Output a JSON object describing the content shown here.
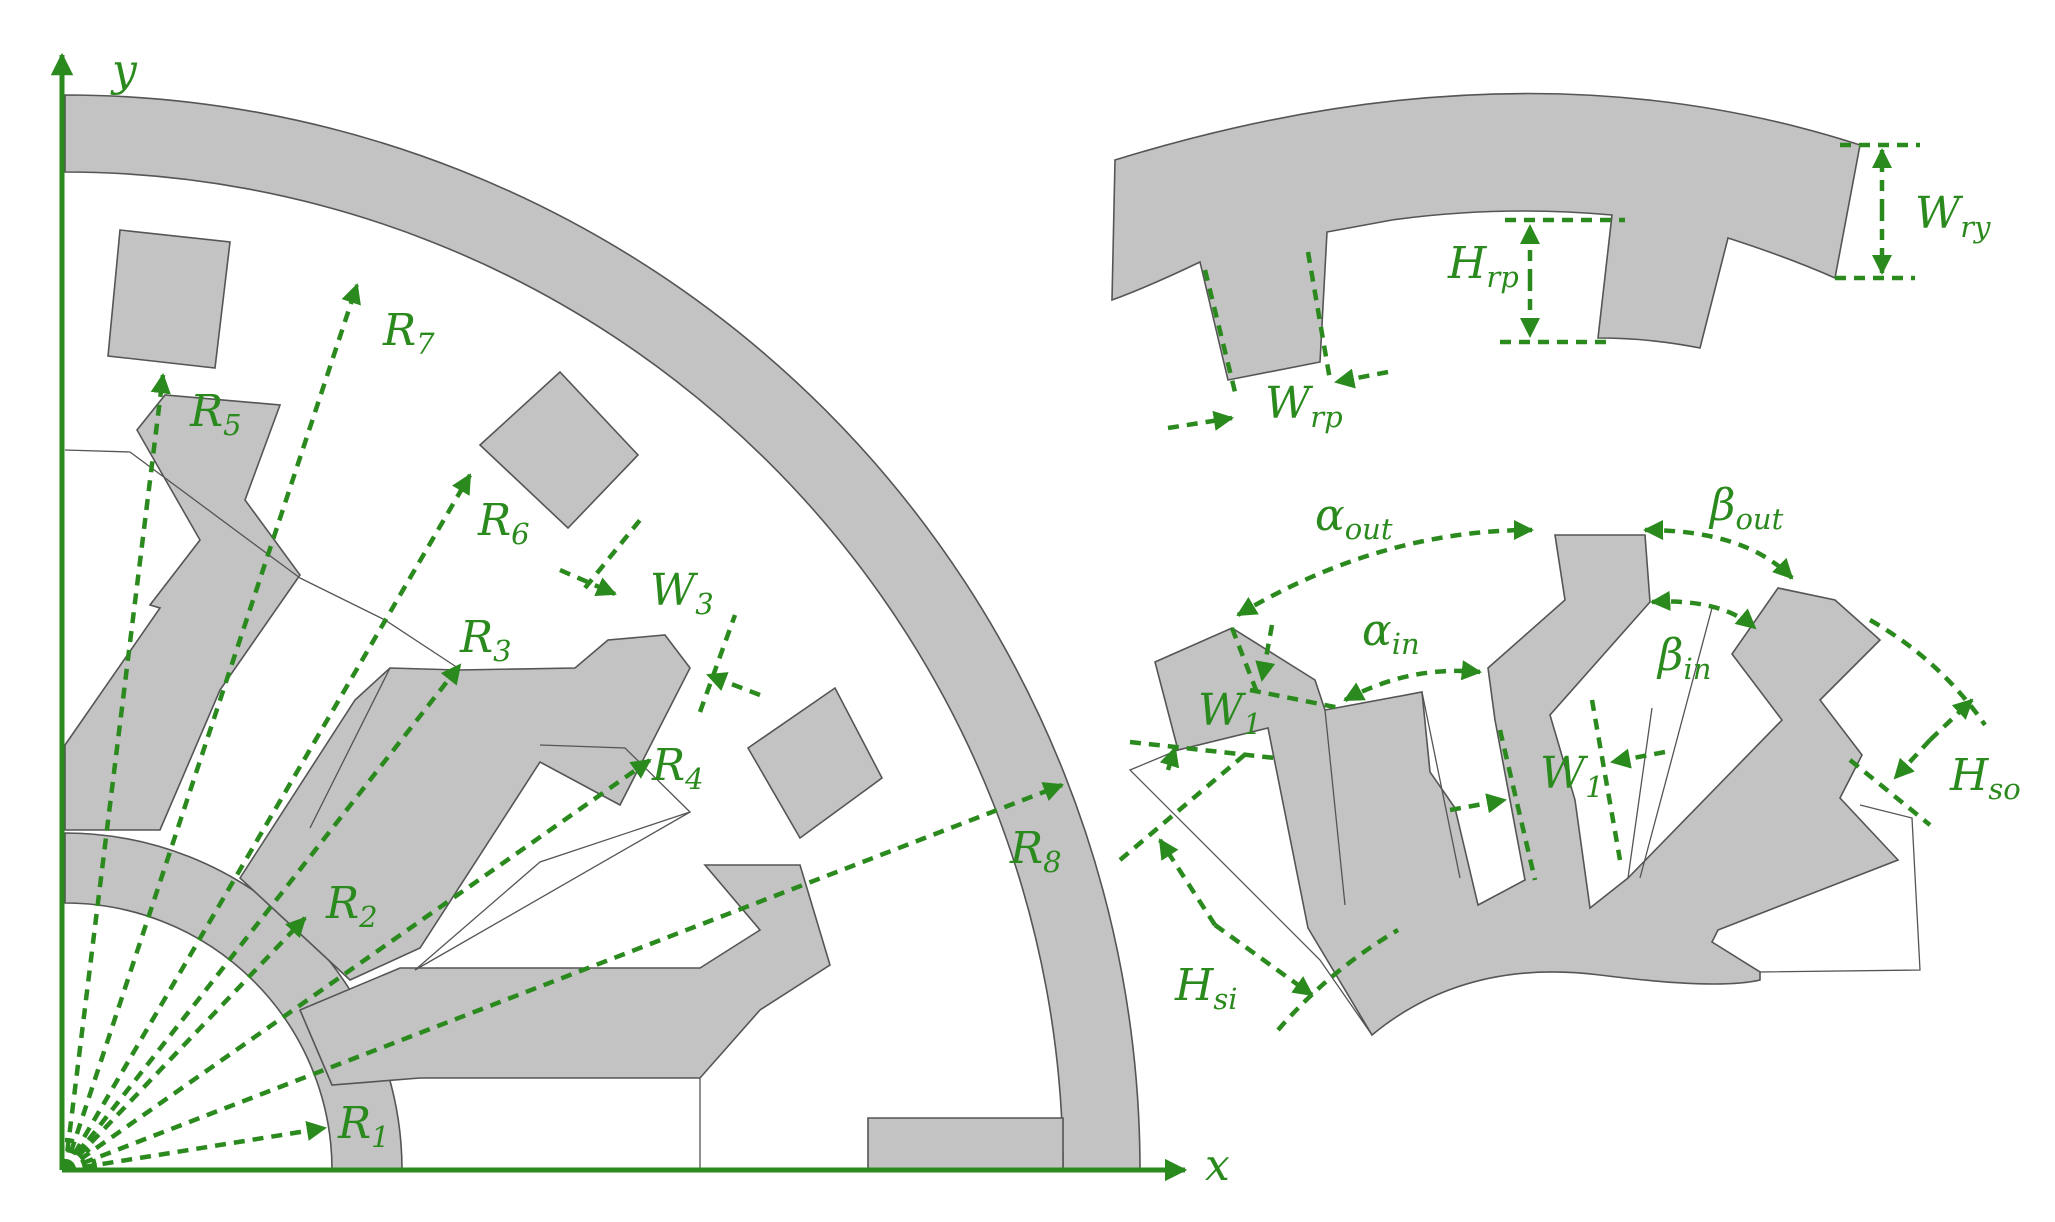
{
  "axes": {
    "x": "x",
    "y": "y"
  },
  "labels": [
    {
      "id": "R1",
      "base": "R",
      "sub": "1"
    },
    {
      "id": "R2",
      "base": "R",
      "sub": "2"
    },
    {
      "id": "R3",
      "base": "R",
      "sub": "3"
    },
    {
      "id": "R4",
      "base": "R",
      "sub": "4"
    },
    {
      "id": "R5",
      "base": "R",
      "sub": "5"
    },
    {
      "id": "R6",
      "base": "R",
      "sub": "6"
    },
    {
      "id": "R7",
      "base": "R",
      "sub": "7"
    },
    {
      "id": "R8",
      "base": "R",
      "sub": "8"
    },
    {
      "id": "W3",
      "base": "W",
      "sub": "3"
    },
    {
      "id": "Wry",
      "base": "W",
      "sub": "ry"
    },
    {
      "id": "Hrp",
      "base": "H",
      "sub": "rp"
    },
    {
      "id": "Wrp",
      "base": "W",
      "sub": "rp"
    },
    {
      "id": "alpha_out",
      "base": "α",
      "sub": "out"
    },
    {
      "id": "beta_out",
      "base": "β",
      "sub": "out"
    },
    {
      "id": "alpha_in",
      "base": "α",
      "sub": "in"
    },
    {
      "id": "beta_in",
      "base": "β",
      "sub": "in"
    },
    {
      "id": "W1_left",
      "base": "W",
      "sub": "1"
    },
    {
      "id": "W1_mid",
      "base": "W",
      "sub": "1"
    },
    {
      "id": "Hso",
      "base": "H",
      "sub": "so"
    },
    {
      "id": "Hsi",
      "base": "H",
      "sub": "si"
    }
  ],
  "colors": {
    "annotation": "#2b8a1e",
    "steel": "#c3c3c3",
    "outline": "#555555"
  }
}
